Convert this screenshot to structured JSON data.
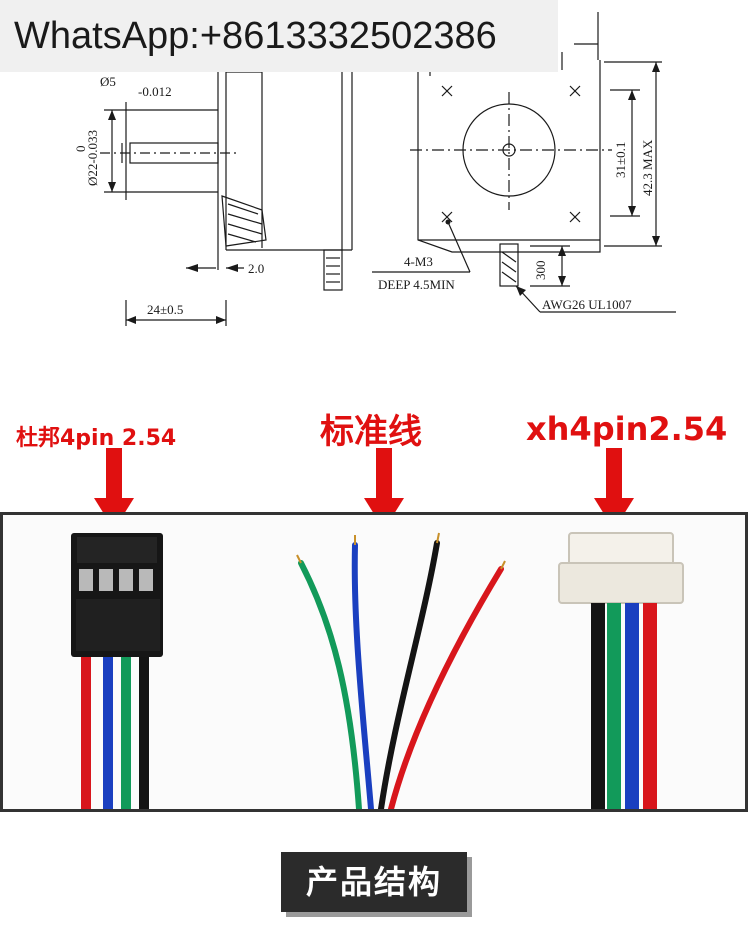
{
  "watermark": {
    "text": "WhatsApp:+8613332502386"
  },
  "drawing": {
    "dims": {
      "shaft_dia": "Ø5",
      "shaft_tol": "-0.012",
      "boss_dia": "Ø22-0.033",
      "boss_tol": "0",
      "flange": "2.0",
      "boss_len": "24±0.5",
      "hole_pitch": "31±0.1",
      "body": "42.3 MAX",
      "thread": "4-M3",
      "depth": "DEEP 4.5MIN",
      "lead_len": "300",
      "wire": "AWG26 UL1007"
    }
  },
  "labels": {
    "left": "杜邦4pin 2.54",
    "middle": "标准线",
    "right": "xh4pin2.54"
  },
  "colors": {
    "label_red": "#e01010",
    "wire_red": "#d8161c",
    "wire_green": "#129a5a",
    "wire_blue": "#1a3fc0",
    "wire_black": "#141414"
  },
  "title": {
    "text": "产品结构"
  }
}
